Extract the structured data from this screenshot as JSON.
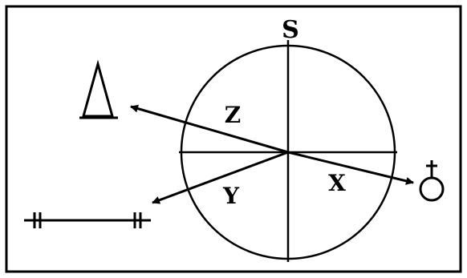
{
  "labels": {
    "S": "S",
    "Z": "Z",
    "X": "X",
    "Y": "Y"
  },
  "symbols": [
    "triangle-symbol",
    "venus-like-symbol",
    "barred-line-symbol"
  ],
  "colors": {
    "ink": "#000000",
    "background": "#ffffff"
  }
}
